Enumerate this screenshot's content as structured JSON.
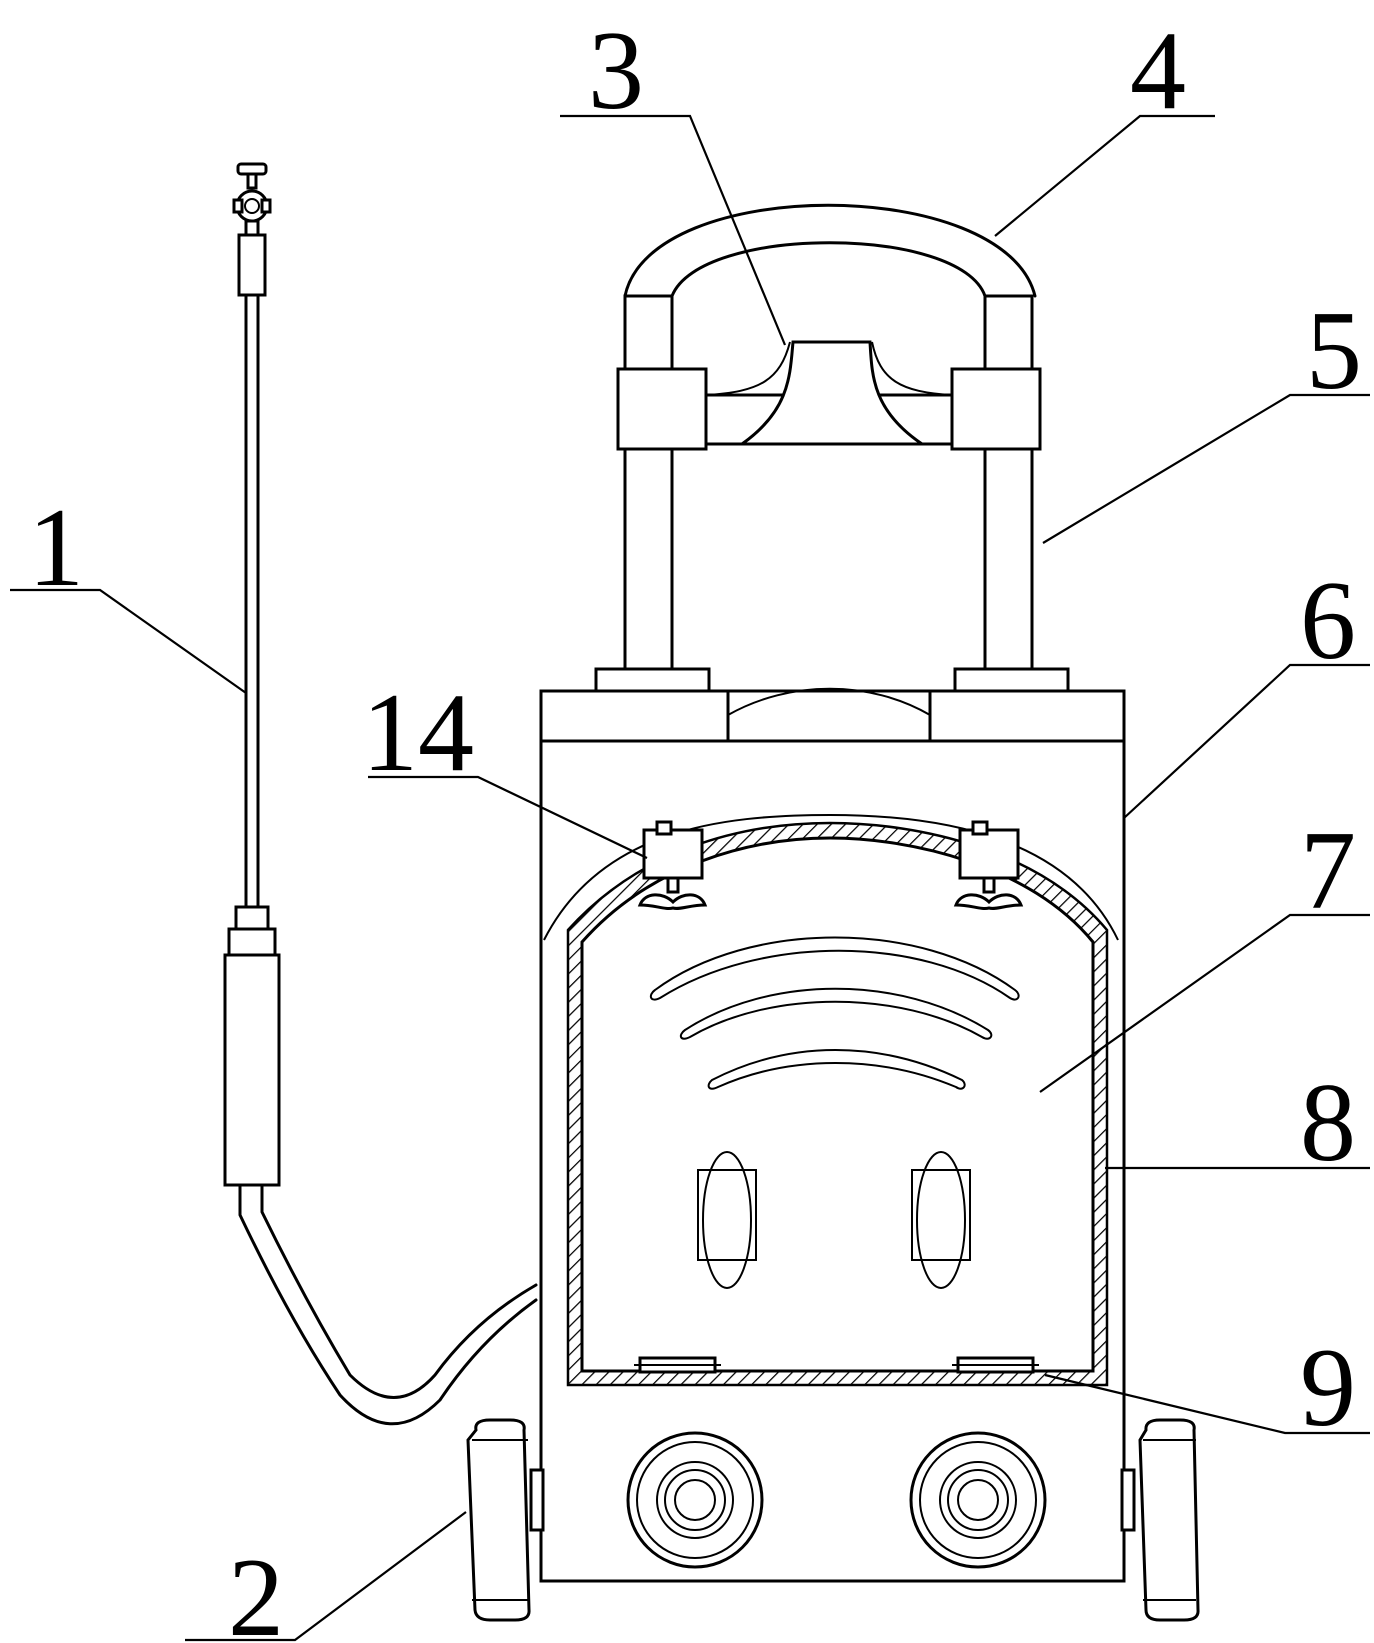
{
  "labels": {
    "l1": "1",
    "l2": "2",
    "l3": "3",
    "l4": "4",
    "l5": "5",
    "l6": "6",
    "l7": "7",
    "l8": "8",
    "l9": "9",
    "l14": "14"
  }
}
